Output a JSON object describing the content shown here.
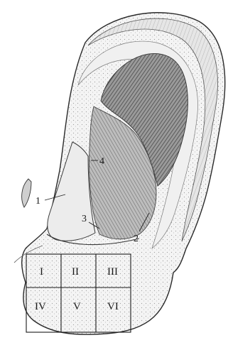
{
  "figure": {
    "callouts": [
      {
        "id": "1",
        "label": "1"
      },
      {
        "id": "2",
        "label": "2"
      },
      {
        "id": "3",
        "label": "3"
      },
      {
        "id": "4",
        "label": "4"
      }
    ],
    "lobule_grid": {
      "rows": 2,
      "cols": 3,
      "zones": [
        "I",
        "II",
        "III",
        "IV",
        "V",
        "VI"
      ]
    }
  }
}
